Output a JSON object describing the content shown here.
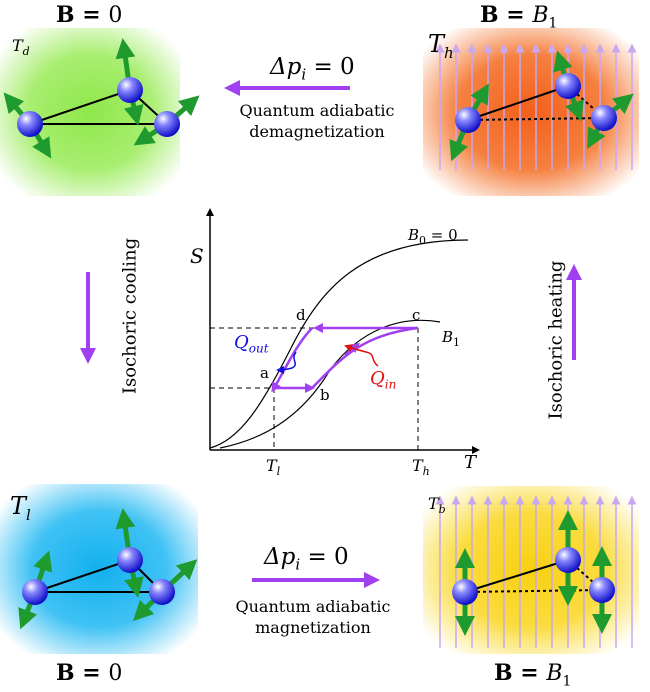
{
  "panels": {
    "top_left": {
      "field": "B = 0",
      "field_bold": "B",
      "field_value": "0",
      "temperature": "T_d",
      "temp_main": "T",
      "temp_sub": "d"
    },
    "top_right": {
      "field": "B = B1",
      "field_bold": "B",
      "field_value": "B",
      "field_value_sub": "1",
      "temperature": "T_h",
      "temp_main": "T",
      "temp_sub": "h"
    },
    "bottom_left": {
      "field": "B = 0",
      "field_bold": "B",
      "field_value": "0",
      "temperature": "T_l",
      "temp_main": "T",
      "temp_sub": "l"
    },
    "bottom_right": {
      "field": "B = B1",
      "field_bold": "B",
      "field_value": "B",
      "field_value_sub": "1",
      "temperature": "T_b",
      "temp_main": "T",
      "temp_sub": "b"
    }
  },
  "processes": {
    "top": {
      "equation_main": "Δp",
      "equation_sub": "i",
      "equation_rest": " = 0",
      "line1": "Quantum adiabatic",
      "line2": "demagnetization",
      "arrow_direction": "left"
    },
    "bottom": {
      "equation_main": "Δp",
      "equation_sub": "i",
      "equation_rest": " = 0",
      "line1": "Quantum adiabatic",
      "line2": "magnetization",
      "arrow_direction": "right"
    },
    "left": {
      "label": "Isochoric cooling",
      "arrow_direction": "down"
    },
    "right": {
      "label": "Isochoric heating",
      "arrow_direction": "up"
    }
  },
  "graph": {
    "y_axis": "S",
    "x_axis": "T",
    "curve_B0": "B",
    "curve_B0_sub": "0",
    "curve_B0_rest": " = 0",
    "curve_B1": "B",
    "curve_B1_sub": "1",
    "points": {
      "a": "a",
      "b": "b",
      "c": "c",
      "d": "d"
    },
    "tick_Tl_main": "T",
    "tick_Tl_sub": "l",
    "tick_Th_main": "T",
    "tick_Th_sub": "h",
    "q_out_main": "Q",
    "q_out_sub": "out",
    "q_in_main": "Q",
    "q_in_sub": "in"
  },
  "colors": {
    "purple": "#a040f0",
    "q_out": "#1010e0",
    "q_in": "#e01010",
    "spin_arrow": "#1f9a2e",
    "field_arrow": "#c8a8f0",
    "green_glow": "#8ee84a",
    "orange_glow": "#f26a1e",
    "blue_glow": "#18b4f0",
    "yellow_glow": "#f8d21a"
  }
}
